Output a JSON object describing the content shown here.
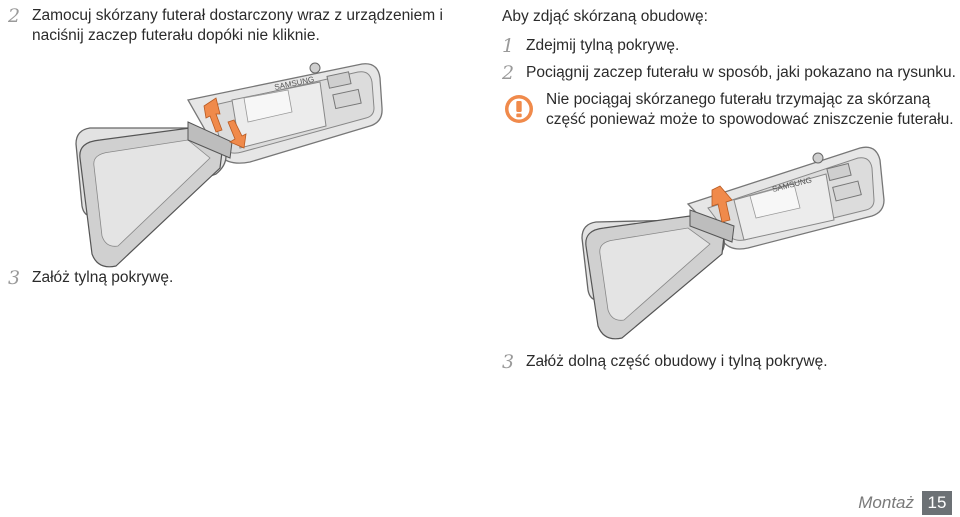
{
  "left": {
    "step2": {
      "num": "2",
      "line1": "Zamocuj skórzany futerał dostarczony wraz z urządzeniem i",
      "line2": "naciśnij zaczep futerału dopóki nie kliknie."
    },
    "step3": {
      "num": "3",
      "text": "Załóż tylną pokrywę."
    }
  },
  "right": {
    "intro": "Aby zdjąć skórzaną obudowę:",
    "step1": {
      "num": "1",
      "text": "Zdejmij tylną pokrywę."
    },
    "step2": {
      "num": "2",
      "text": "Pociągnij zaczep futerału w sposób, jaki pokazano na rysunku."
    },
    "warning": {
      "icon": "warning-icon",
      "line1": "Nie pociągaj skórzanego futerału trzymając za skórzaną",
      "line2": "część ponieważ może to spowodować zniszczenie futerału."
    },
    "step3": {
      "num": "3",
      "text": "Załóż dolną część obudowy i tylną pokrywę."
    }
  },
  "illustrations": {
    "brand": "SAMSUNG",
    "accent": "#f08a4b"
  },
  "footer": {
    "section": "Montaż",
    "page": "15"
  }
}
